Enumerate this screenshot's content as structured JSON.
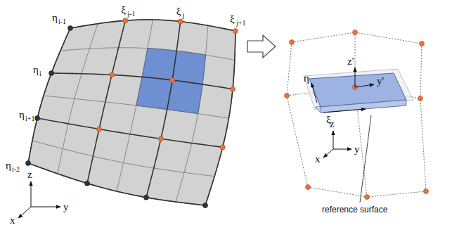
{
  "diagram": {
    "labels": [
      "ξ",
      "j-1",
      "ξ",
      "j",
      "ξ",
      "j+1",
      "η",
      "i-1",
      "η",
      "i",
      "η",
      "i+1",
      "η",
      "i-2",
      "z",
      "y",
      "x",
      "η",
      "ξ",
      "z'",
      "y'",
      "z",
      "y",
      "x",
      "reference surface"
    ]
  }
}
